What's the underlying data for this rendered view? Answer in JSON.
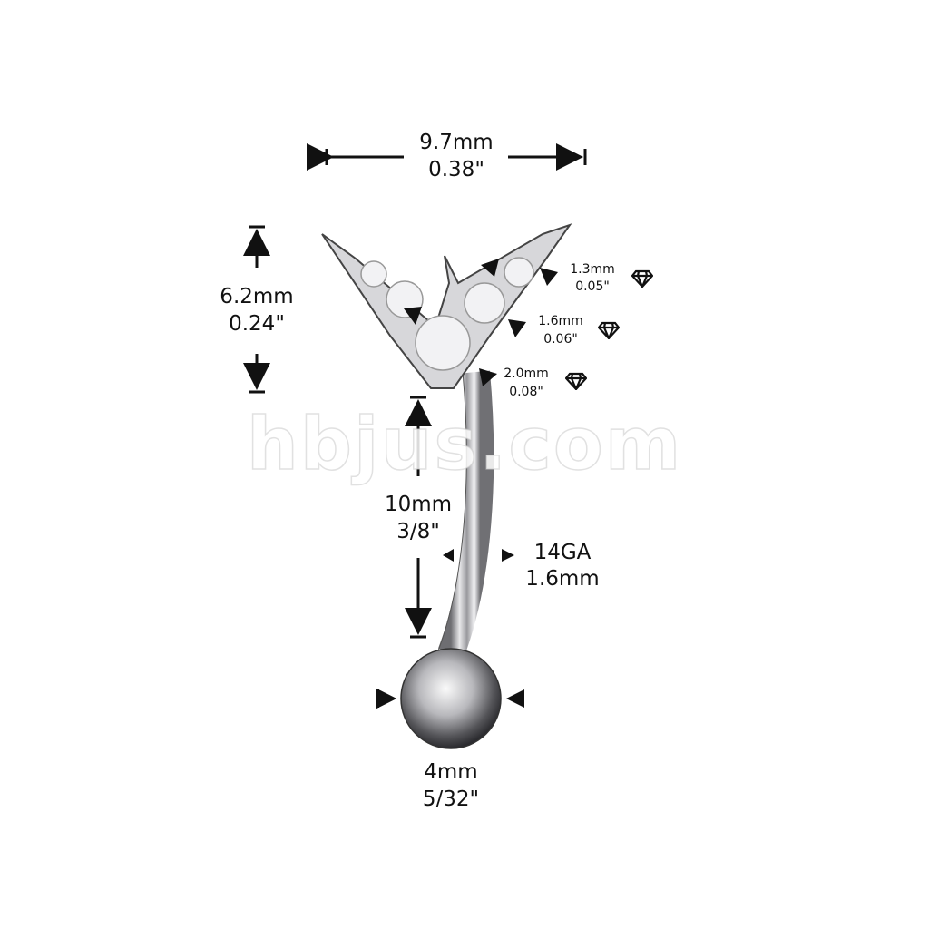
{
  "width_dim": {
    "mm": "9.7mm",
    "inch": "0.38\""
  },
  "height_dim": {
    "mm": "6.2mm",
    "inch": "0.24\""
  },
  "bar_length": {
    "mm": "10mm",
    "inch": "3/8\""
  },
  "gauge": {
    "ga": "14GA",
    "mm": "1.6mm"
  },
  "ball": {
    "mm": "4mm",
    "inch": "5/32\""
  },
  "gems": [
    {
      "mm": "1.3mm",
      "inch": "0.05\"",
      "icon": "diamond-icon"
    },
    {
      "mm": "1.6mm",
      "inch": "0.06\"",
      "icon": "diamond-icon"
    },
    {
      "mm": "2.0mm",
      "inch": "0.08\"",
      "icon": "diamond-icon"
    }
  ],
  "watermark": "hbjus.com"
}
